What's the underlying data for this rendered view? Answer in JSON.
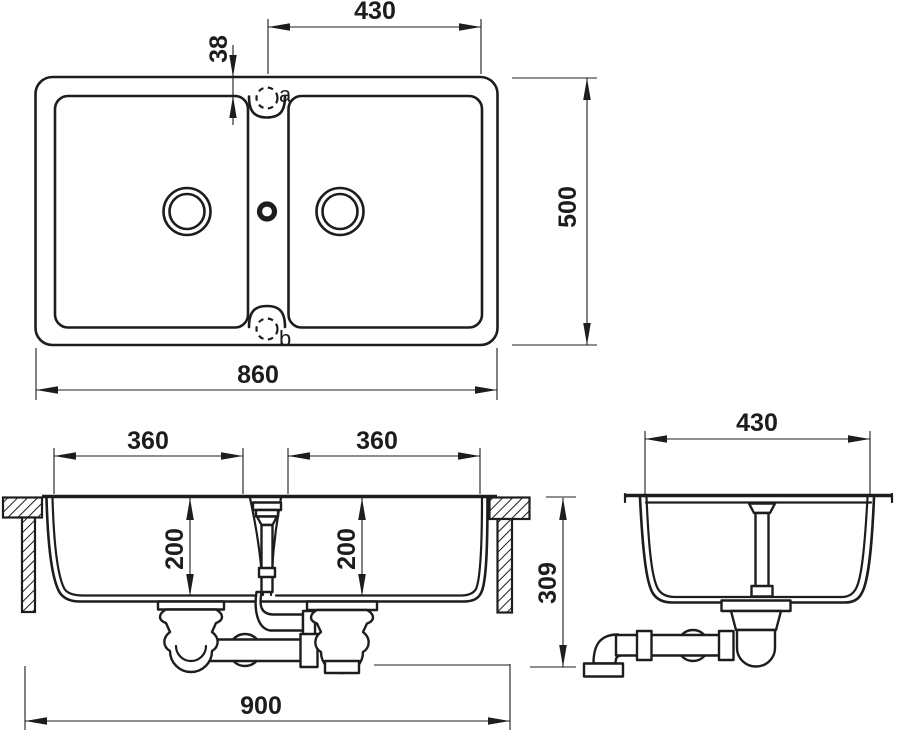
{
  "drawing": {
    "type": "sink-technical-drawing",
    "colors": {
      "ink": "#1d1d1b",
      "background": "#ffffff"
    }
  },
  "plan_view": {
    "dim_tap_to_right_edge": "430",
    "dim_rim_to_bowl": "38",
    "dim_overall_depth": "500",
    "dim_overall_width": "860",
    "label_hole_a": "a",
    "label_hole_b": "b"
  },
  "front_view": {
    "dim_left_bowl_width": "360",
    "dim_right_bowl_width": "360",
    "dim_left_bowl_depth": "200",
    "dim_right_bowl_depth": "200",
    "dim_overall_width": "900"
  },
  "side_view": {
    "dim_bowl_width": "430",
    "dim_overall_height": "309"
  }
}
